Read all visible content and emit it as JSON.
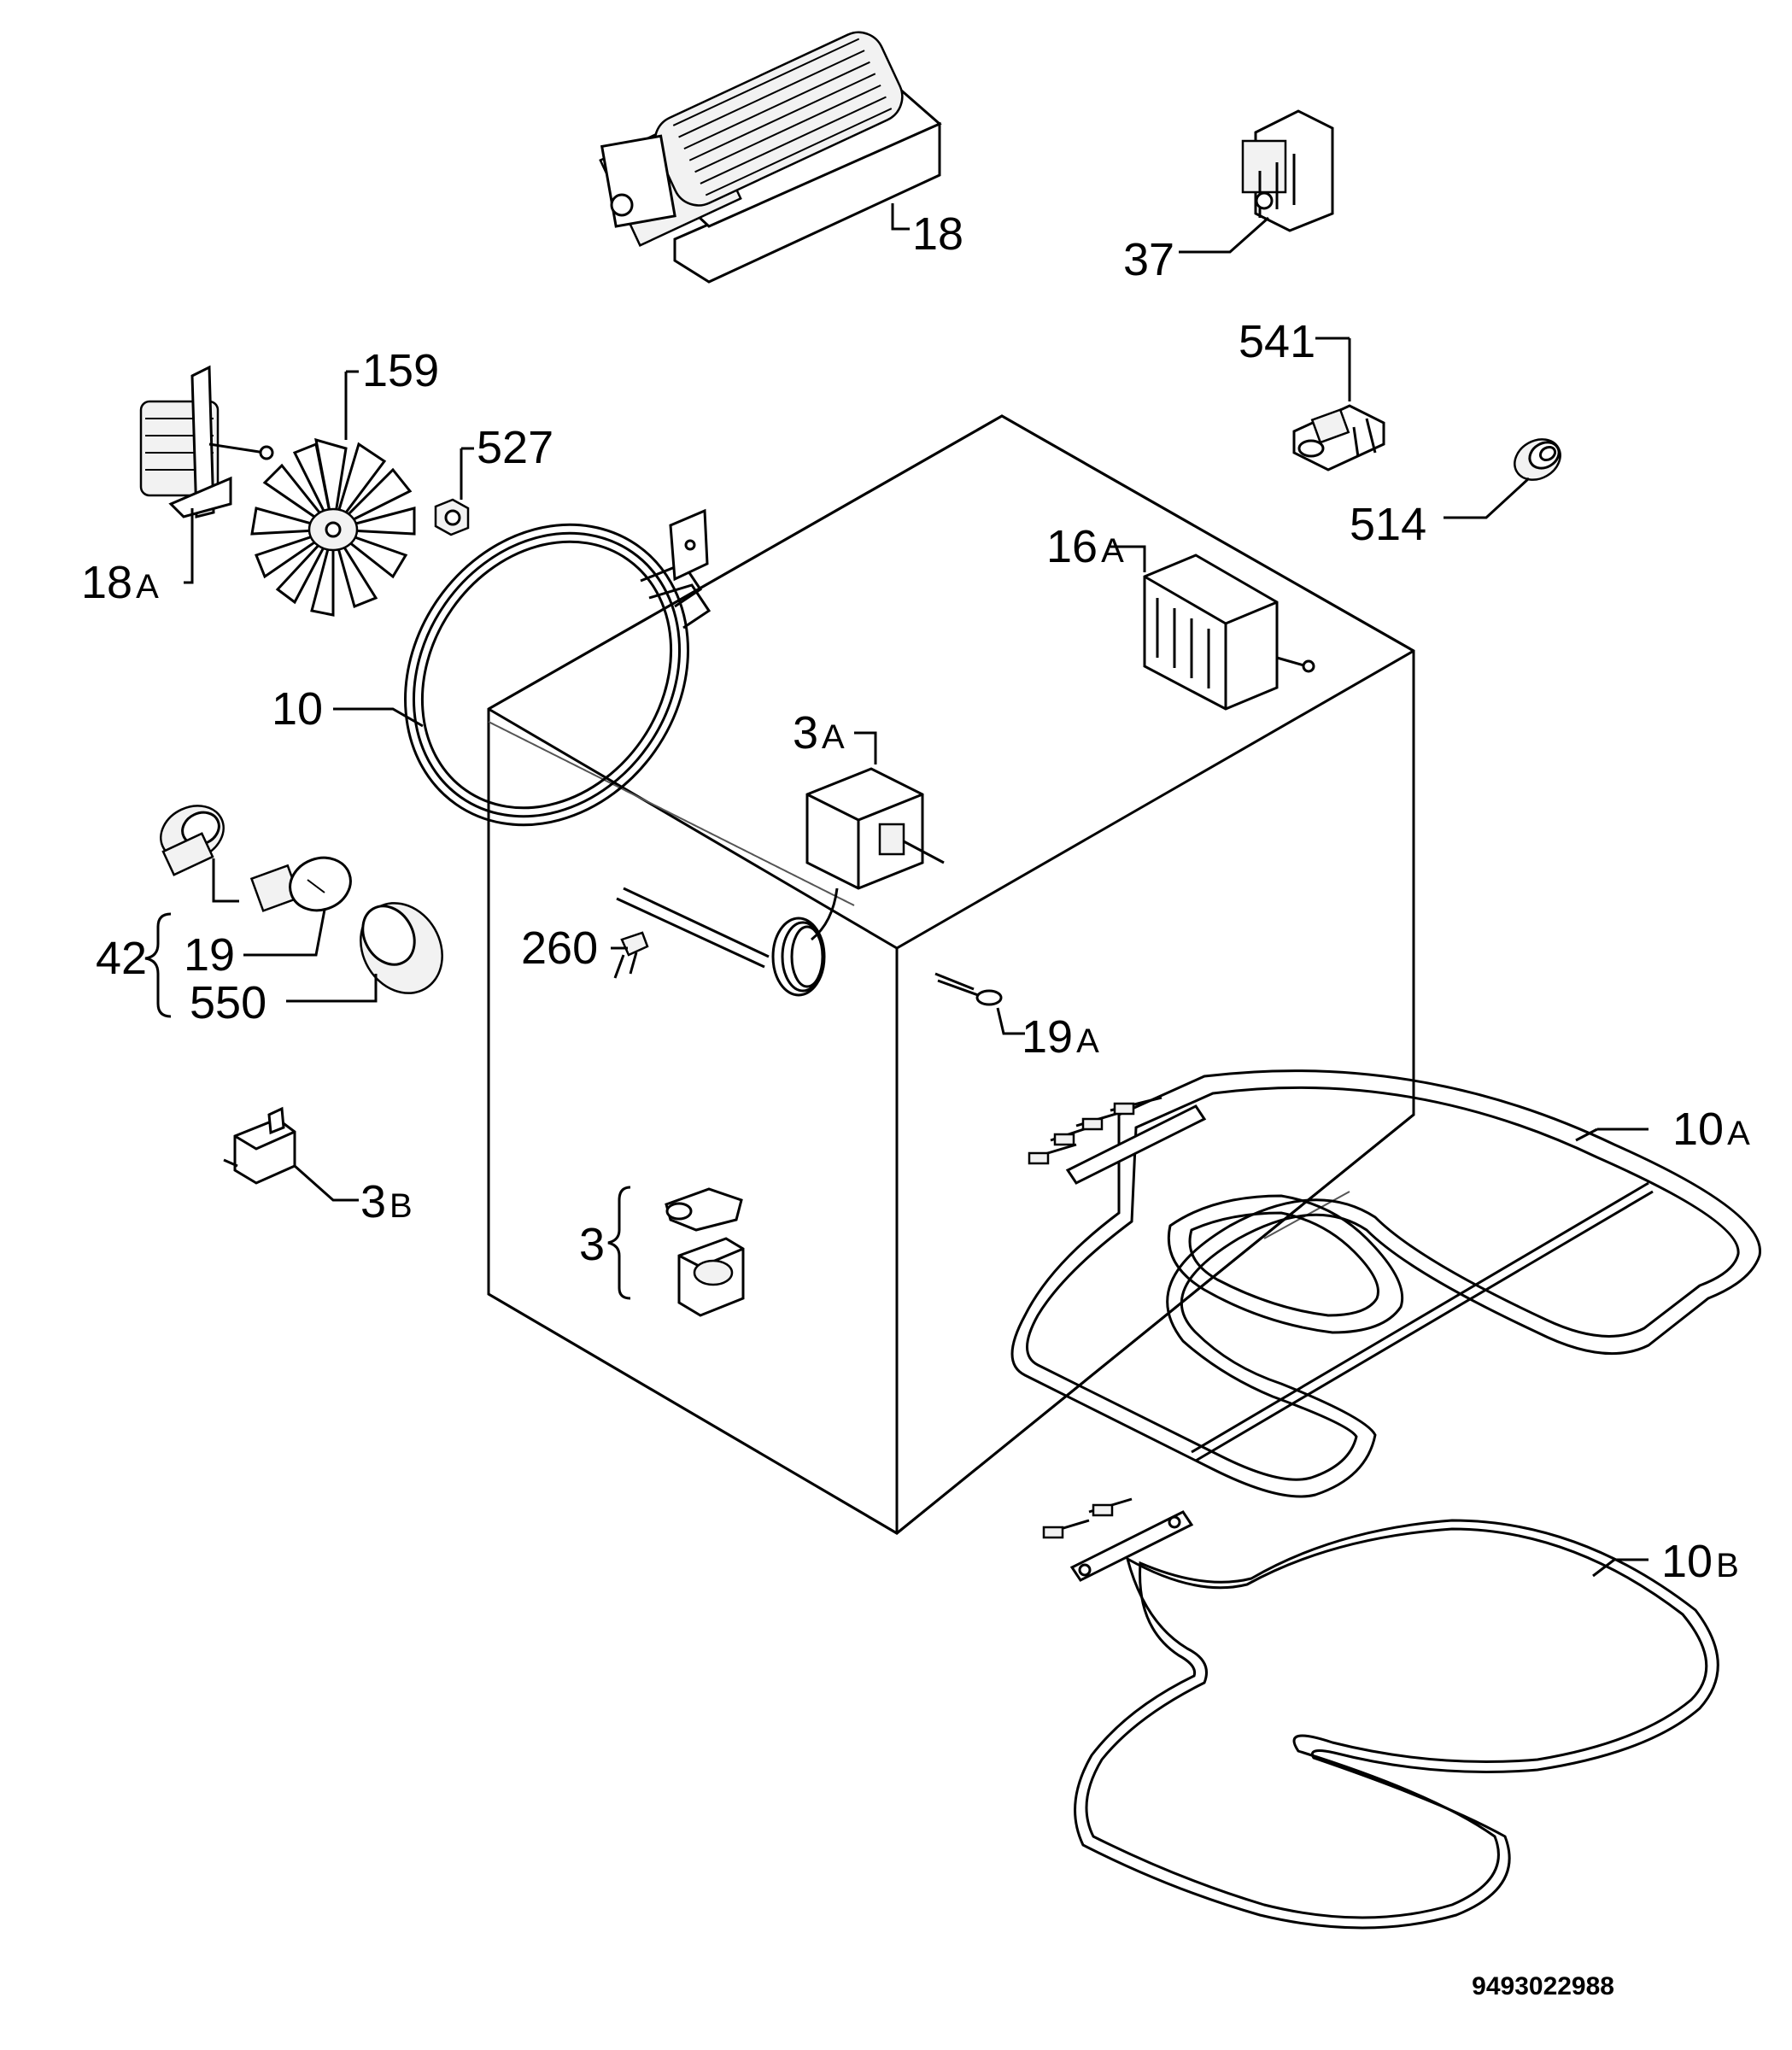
{
  "labels": {
    "p18": "18",
    "p37": "37",
    "p541": "541",
    "p514": "514",
    "p159": "159",
    "p527": "527",
    "p18a": "18",
    "p18a_suffix": "A",
    "p16a": "16",
    "p16a_suffix": "A",
    "p10": "10",
    "p3a": "3",
    "p3a_suffix": "A",
    "p42": "42",
    "p19": "19",
    "p550": "550",
    "p260": "260",
    "p19a": "19",
    "p19a_suffix": "A",
    "p10a": "10",
    "p10a_suffix": "A",
    "p3b": "3",
    "p3b_suffix": "B",
    "p3": "3",
    "p10b": "10",
    "p10b_suffix": "B"
  },
  "document_id": "9493022988"
}
